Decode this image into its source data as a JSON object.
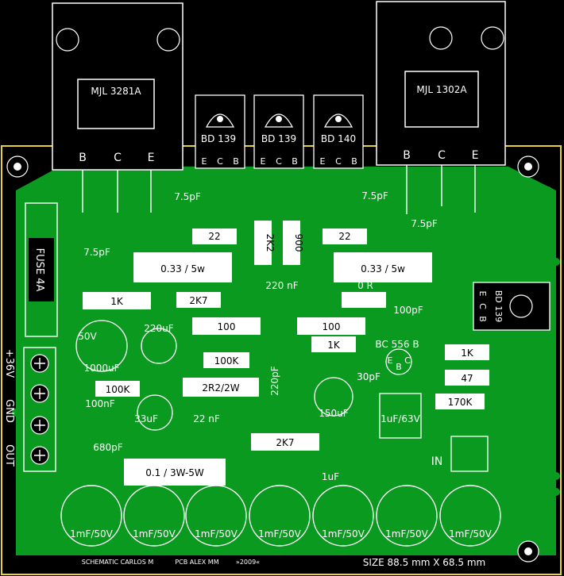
{
  "transistors_top": {
    "left_power": {
      "part": "MJL 3281A",
      "pins": [
        "B",
        "C",
        "E"
      ]
    },
    "right_power": {
      "part": "MJL 1302A",
      "pins": [
        "B",
        "C",
        "E"
      ]
    },
    "driver1": {
      "part": "BD 139",
      "pins": [
        "E",
        "C",
        "B"
      ]
    },
    "driver2": {
      "part": "BD 139",
      "pins": [
        "E",
        "C",
        "B"
      ]
    },
    "driver3": {
      "part": "BD 140",
      "pins": [
        "E",
        "C",
        "B"
      ]
    }
  },
  "side_transistor": {
    "part": "BD 139",
    "pins": [
      "E",
      "C",
      "B"
    ]
  },
  "components": {
    "c_7p5_a": "7.5pF",
    "c_7p5_b": "7.5pF",
    "c_7p5_c": "7.5pF",
    "c_7p5_d": "7.5pF",
    "r_22_a": "22",
    "r_2k2": "2K2",
    "r_900": "900",
    "r_22_b": "22",
    "r_033_a": "0.33 / 5w",
    "r_033_b": "0.33 / 5w",
    "fuse": "FUSE 4A",
    "r_1k_a": "1K",
    "r_2k7_a": "2K7",
    "c_220nf_a": "220 nF",
    "r_0r": "0 R",
    "c_100pf": "100pF",
    "c_50v": "50V",
    "c_220uf": "220uF",
    "r_100_a": "100",
    "r_100_b": "100",
    "r_1k_b": "1K",
    "bc556": "BC 556 B",
    "r_1k_c": "1K",
    "c_1000uf": "1000uF",
    "r_100k_a": "100K",
    "c_220pf": "220pF",
    "c_30pf": "30pF",
    "r_47": "47",
    "r_100k_b": "100K",
    "r_2r2": "2R2/2W",
    "r_170k": "170K",
    "c_100nf": "100nF",
    "c_33uf": "33uF",
    "c_22nf": "22 nF",
    "c_150uf": "150uF",
    "c_1uf63": "1uF/63V",
    "r_2k7_b": "2K7",
    "c_680pf": "680pF",
    "in_label": "IN",
    "r_01": "0.1 / 3W-5W",
    "c_1uf": "1uF"
  },
  "bjt_pins": [
    "E",
    "B",
    "C"
  ],
  "terminal": {
    "v36": "+36V",
    "gnd": "GND",
    "out": "OUT"
  },
  "caps_bottom": [
    "1mF/50V",
    "1mF/50V",
    "1mF/50V",
    "1mF/50V",
    "1mF/50V",
    "1mF/50V",
    "1mF/50V"
  ],
  "footer": {
    "schematic": "SCHEMATIC CARLOS  M",
    "pcb": "PCB ALEX MM",
    "year": "»2009«",
    "size": "SIZE 88.5 mm X 68.5 mm"
  },
  "colors": {
    "board": "#000000",
    "copper": "#0b9a20",
    "silk": "#ffffff",
    "outline": "#e8d23a"
  }
}
